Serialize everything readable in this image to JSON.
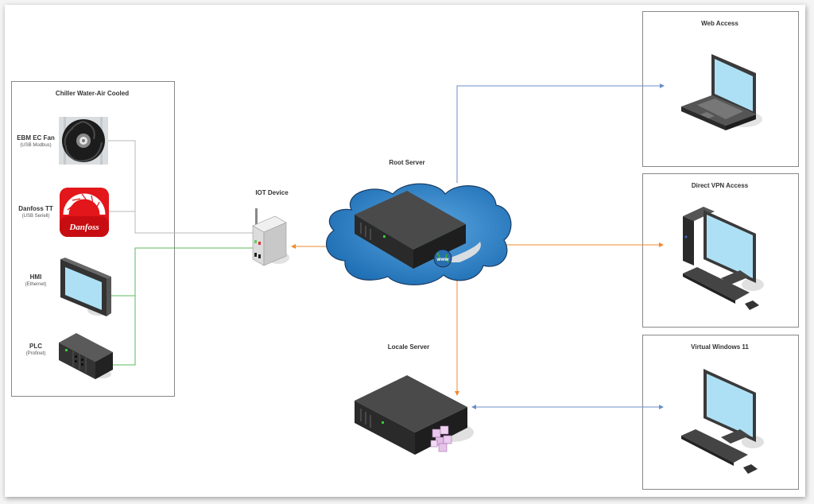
{
  "diagram": {
    "groups": {
      "chiller": {
        "title": "Chiller Water-Air Cooled",
        "devices": [
          {
            "name": "EBM EC Fan",
            "protocol": "(USB Modbus)",
            "icon": "fan-icon"
          },
          {
            "name": "Danfoss TT",
            "protocol": "(USB Seriell)",
            "icon": "danfoss-logo-icon",
            "logo_text": "Danfoss"
          },
          {
            "name": "HMI",
            "protocol": "(Ethernet)",
            "icon": "hmi-panel-icon"
          },
          {
            "name": "PLC",
            "protocol": "(Profinet)",
            "icon": "plc-icon"
          }
        ]
      },
      "web_access": {
        "title": "Web Access",
        "icon": "laptop-icon"
      },
      "vpn_access": {
        "title": "Direct VPN Access",
        "icon": "desktop-tower-icon"
      },
      "virtual_windows": {
        "title": "Virtual Windows 11",
        "icon": "monitor-icon"
      }
    },
    "nodes": {
      "iot": {
        "title": "IOT Device",
        "icon": "wireless-router-icon"
      },
      "root_server": {
        "title": "Root Server",
        "icon": "cloud-server-icon",
        "badge": "www"
      },
      "locale_server": {
        "title": "Locale Server",
        "icon": "server-icon"
      }
    },
    "connections": [
      {
        "from": "EBM EC Fan",
        "to": "IOT Device",
        "color": "#b8b8b8",
        "style": "line"
      },
      {
        "from": "Danfoss TT",
        "to": "IOT Device",
        "color": "#b8b8b8",
        "style": "line"
      },
      {
        "from": "HMI",
        "to": "IOT Device",
        "color": "#5cb85c",
        "style": "line"
      },
      {
        "from": "PLC",
        "to": "IOT Device",
        "color": "#5cb85c",
        "style": "line"
      },
      {
        "from": "IOT Device",
        "to": "Root Server",
        "color": "#f0892e",
        "style": "bidirectional"
      },
      {
        "from": "Root Server",
        "to": "Web Access",
        "color": "#6a8fc7",
        "style": "arrow"
      },
      {
        "from": "Root Server",
        "to": "Direct VPN Access",
        "color": "#f0892e",
        "style": "bidirectional"
      },
      {
        "from": "Root Server",
        "to": "Locale Server",
        "color": "#f0892e",
        "style": "bidirectional"
      },
      {
        "from": "Locale Server",
        "to": "Virtual Windows 11",
        "color": "#6a8fc7",
        "style": "bidirectional"
      }
    ],
    "colors": {
      "cloud": "#2f7fc4",
      "server_body": "#3a3a3a",
      "screen": "#aee0f5",
      "danfoss_red": "#e2161b",
      "orange_link": "#f0892e",
      "blue_link": "#6a8fc7",
      "green_link": "#5cb85c",
      "gray_link": "#b8b8b8"
    }
  }
}
